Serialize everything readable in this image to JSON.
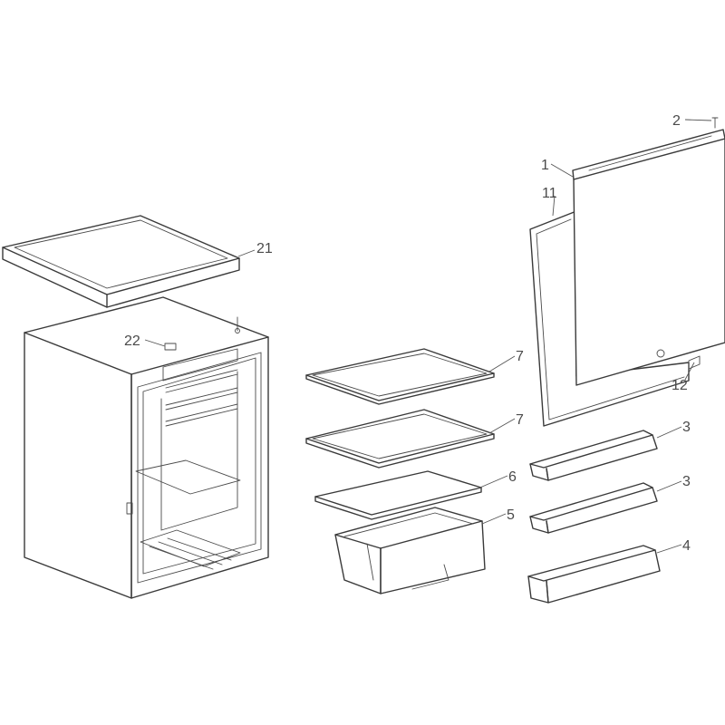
{
  "callouts": {
    "c1": "1",
    "c2": "2",
    "c3a": "3",
    "c3b": "3",
    "c4": "4",
    "c5": "5",
    "c6": "6",
    "c7a": "7",
    "c7b": "7",
    "c11": "11",
    "c12": "12",
    "c21": "21",
    "c22": "22"
  }
}
